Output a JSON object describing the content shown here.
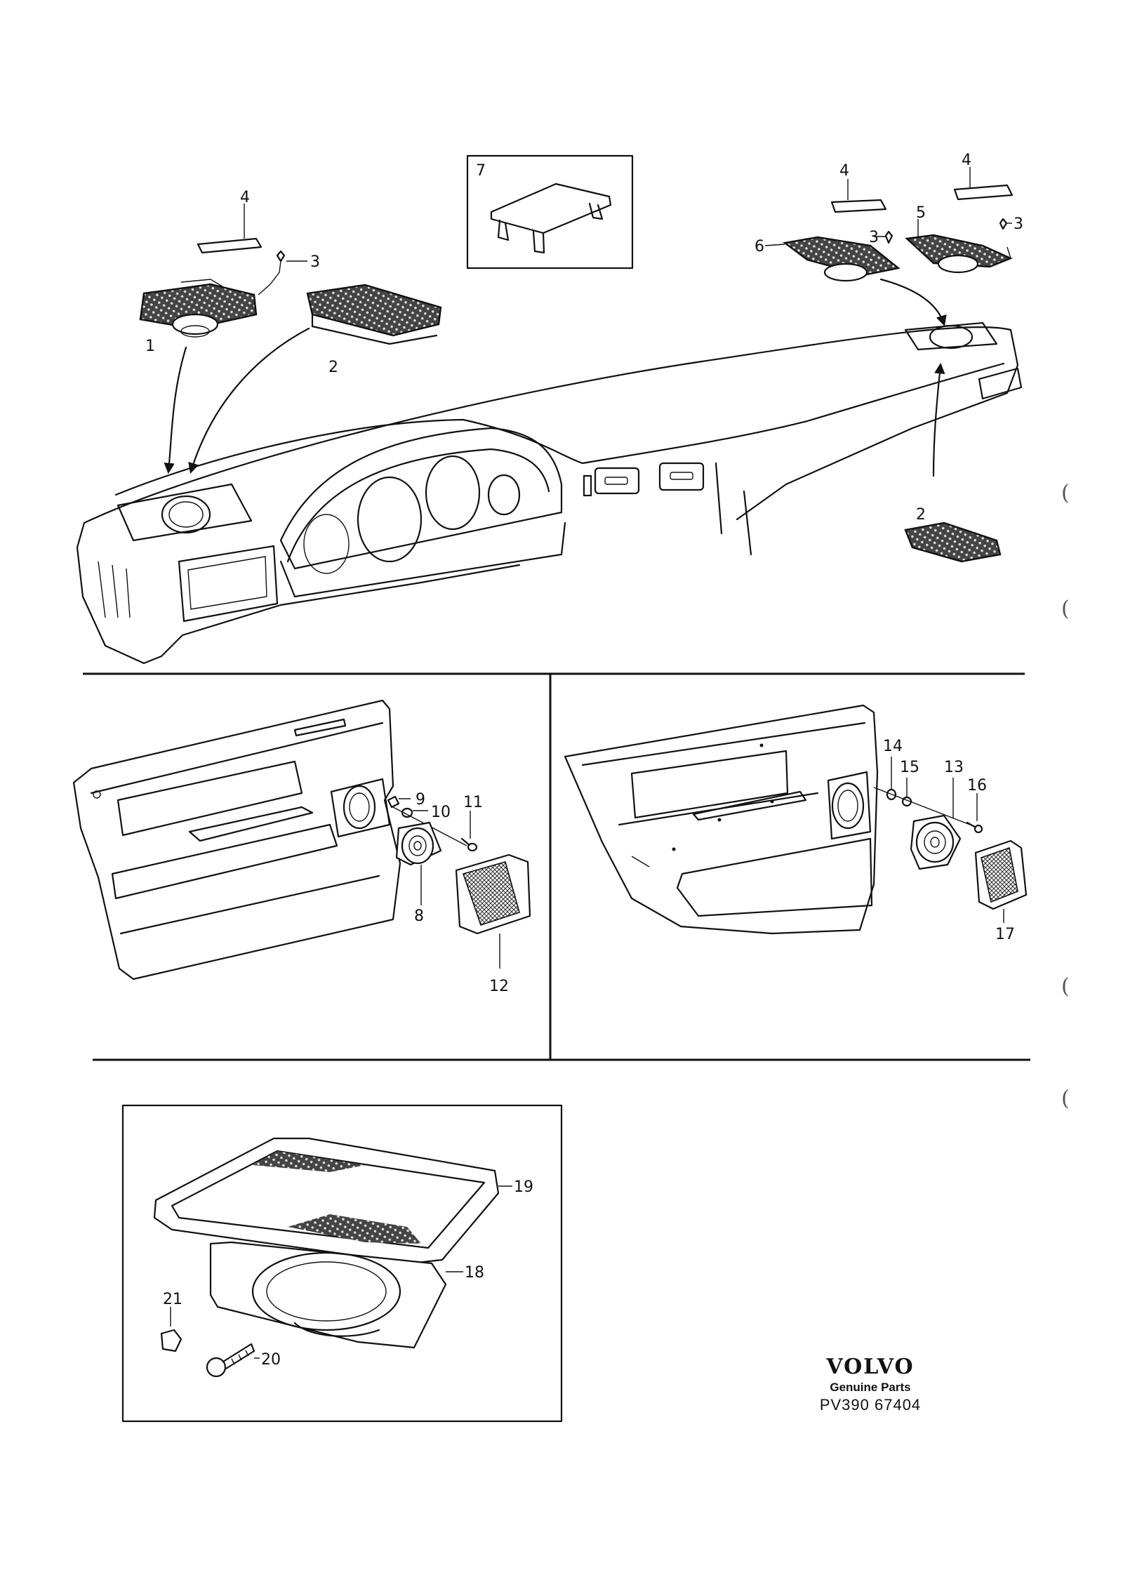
{
  "callouts": {
    "c1": "1",
    "c2": "2",
    "c2b": "2",
    "c3": "3",
    "c3b": "3",
    "c3c": "3",
    "c4": "4",
    "c4b": "4",
    "c4c": "4",
    "c5": "5",
    "c6": "6",
    "c7": "7",
    "c8": "8",
    "c9": "9",
    "c10": "10",
    "c11": "11",
    "c12": "12",
    "c13": "13",
    "c14": "14",
    "c15": "15",
    "c16": "16",
    "c17": "17",
    "c18": "18",
    "c19": "19",
    "c20": "20",
    "c21": "21"
  },
  "brand": {
    "logo": "VOLVO",
    "subtitle": "Genuine Parts",
    "code": "PV390 67404"
  },
  "margin_marks": [
    "(",
    "(",
    "(",
    "("
  ]
}
